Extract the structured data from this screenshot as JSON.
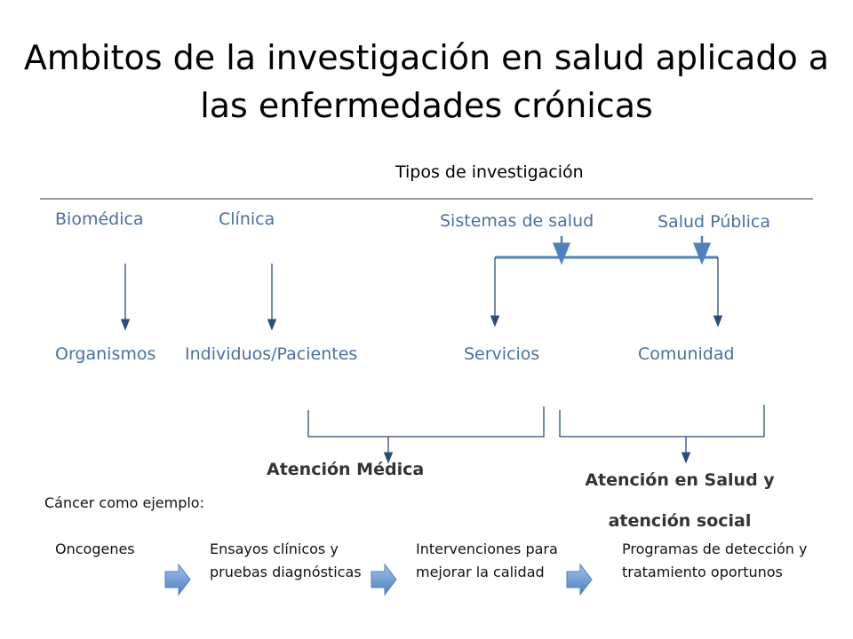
{
  "title": "Ambitos de la investigación en salud aplicado a las enfermedades crónicas",
  "header": "Tipos de investigación",
  "types": [
    "Biomédica",
    "Clínica",
    "Sistemas de salud",
    "Salud Pública"
  ],
  "targets": [
    "Organismos",
    "Individuos/Pacientes",
    "Servicios",
    "Comunidad"
  ],
  "groups": [
    "Atención Médica",
    "Atención en Salud y atención social"
  ],
  "example_label": "Cáncer como ejemplo:",
  "steps": [
    "Oncogenes",
    "Ensayos clínicos y pruebas diagnósticas",
    "Intervenciones para mejorar la calidad",
    "Programas de detección y tratamiento oportunos"
  ],
  "colors": {
    "arrow_dark": "#2c4a7a",
    "bracket_blue": "#4f81bd",
    "text_blue": "#4a6fa5"
  }
}
